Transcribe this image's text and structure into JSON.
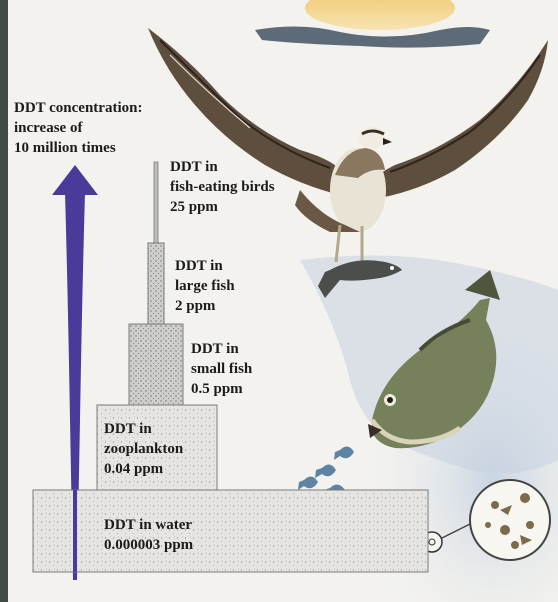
{
  "heading": {
    "line1": "DDT concentration:",
    "line2": "increase of",
    "line3": "10 million times"
  },
  "levels": [
    {
      "line1": "DDT in",
      "line2": "fish-eating birds",
      "line3": "25 ppm"
    },
    {
      "line1": "DDT in",
      "line2": "large fish",
      "line3": "2 ppm"
    },
    {
      "line1": "DDT in",
      "line2": "small fish",
      "line3": "0.5 ppm"
    },
    {
      "line1": "DDT in",
      "line2": "zooplankton",
      "line3": "0.04 ppm"
    },
    {
      "line1": "DDT in water",
      "line2": "0.000003 ppm"
    }
  ],
  "colors": {
    "arrow": "#4a3a9a",
    "block_fill": "#e4e3df",
    "block_edge": "#7a7a7a",
    "water_tint": "#e8eef4",
    "sky": "#f4d58a",
    "bird": "#5a4a3a",
    "fish": "#7a8458"
  },
  "icons": [
    "osprey-icon",
    "bass-fish-icon",
    "small-fish-icon",
    "plankton-lens-icon"
  ]
}
